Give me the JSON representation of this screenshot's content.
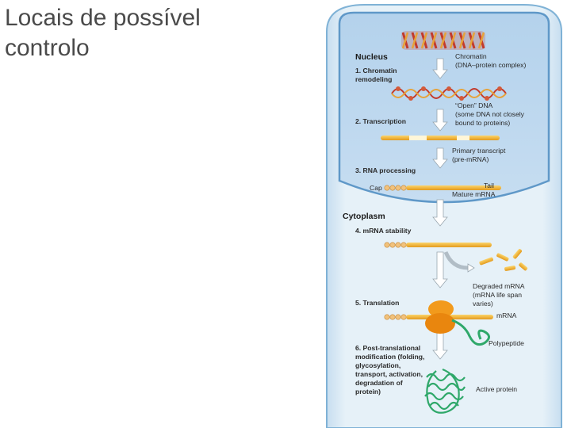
{
  "slide": {
    "title_line1": "Locais de possível",
    "title_line2": "controlo"
  },
  "diagram": {
    "nucleus_label": "Nucleus",
    "cytoplasm_label": "Cytoplasm",
    "steps": [
      {
        "line1": "1. Chromatin",
        "line2": "remodeling"
      },
      {
        "line1": "2. Transcription"
      },
      {
        "line1": "3. RNA processing"
      },
      {
        "line1": "4. mRNA stability"
      },
      {
        "line1": "5. Translation"
      },
      {
        "line1": "6. Post-translational",
        "line2": "modification (folding,",
        "line3": "glycosylation,",
        "line4": "transport, activation,",
        "line5": "degradation of",
        "line6": "protein)"
      }
    ],
    "labels": {
      "chromatin_l1": "Chromatin",
      "chromatin_l2": "(DNA–protein complex)",
      "open_dna_l1": "“Open” DNA",
      "open_dna_l2": "(some DNA not closely",
      "open_dna_l3": "bound to proteins)",
      "primary_l1": "Primary transcript",
      "primary_l2": "(pre-mRNA)",
      "cap": "Cap",
      "tail": "Tail",
      "mature": "Mature mRNA",
      "degraded_l1": "Degraded mRNA",
      "degraded_l2": "(mRNA life span",
      "degraded_l3": "varies)",
      "mrna": "mRNA",
      "polypeptide": "Polypeptide",
      "active_protein": "Active protein"
    },
    "colors": {
      "cell_fill": "#dcebf5",
      "cell_border": "#7fb2d6",
      "nucleus_fill": "#b9d6ee",
      "nucleus_border": "#5f98c8",
      "rna": "#f2b233",
      "cap": "#f1c27d",
      "ribosome": "#f29a1c",
      "protein": "#2fa86a",
      "arrow": "#ffffff"
    }
  }
}
